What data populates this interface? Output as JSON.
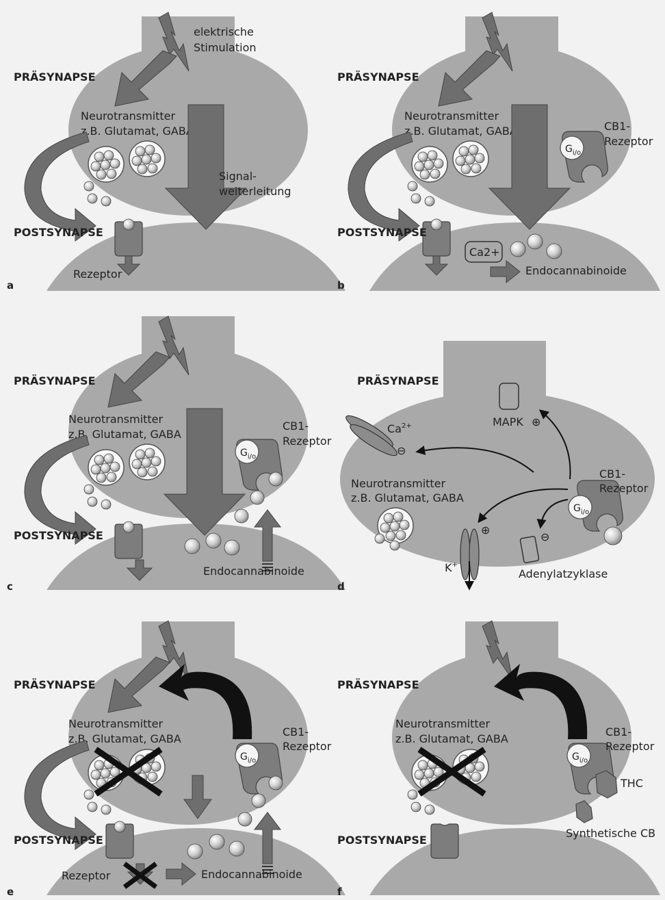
{
  "panels": {
    "a": {
      "tag": "a",
      "pre": "PRÄSYNAPSE",
      "post": "POSTSYNAPSE",
      "stim1": "elektrische",
      "stim2": "Stimulation",
      "nt1": "Neurotransmitter",
      "nt2": "z.B. Glutamat, GABA",
      "sig1": "Signal-",
      "sig2": "weiterleitung",
      "rezeptor": "Rezeptor"
    },
    "b": {
      "tag": "b",
      "pre": "PRÄSYNAPSE",
      "post": "POSTSYNAPSE",
      "nt1": "Neurotransmitter",
      "nt2": "z.B. Glutamat, GABA",
      "cb1a": "CB1-",
      "cb1b": "Rezeptor",
      "ca": "Ca2+",
      "endo": "Endocannabinoide",
      "g": "G",
      "gsub": "i/o"
    },
    "c": {
      "tag": "c",
      "pre": "PRÄSYNAPSE",
      "post": "POSTSYNAPSE",
      "nt1": "Neurotransmitter",
      "nt2": "z.B. Glutamat, GABA",
      "cb1a": "CB1-",
      "cb1b": "Rezeptor",
      "endo": "Endocannabinoide",
      "g": "G",
      "gsub": "i/o"
    },
    "d": {
      "tag": "d",
      "pre": "PRÄSYNAPSE",
      "mapk": "MAPK",
      "ca": "Ca",
      "casup": "2+",
      "nt1": "Neurotransmitter",
      "nt2": "z.B. Glutamat, GABA",
      "cb1a": "CB1-",
      "cb1b": "Rezeptor",
      "k": "K",
      "ksup": "+",
      "adenyl": "Adenylatzyklase",
      "g": "G",
      "gsub": "i/o",
      "plus": "⊕",
      "minus": "⊖"
    },
    "e": {
      "tag": "e",
      "pre": "PRÄSYNAPSE",
      "post": "POSTSYNAPSE",
      "nt1": "Neurotransmitter",
      "nt2": "z.B. Glutamat, GABA",
      "cb1a": "CB1-",
      "cb1b": "Rezeptor",
      "rezeptor": "Rezeptor",
      "endo": "Endocannabinoide",
      "g": "G",
      "gsub": "i/o"
    },
    "f": {
      "tag": "f",
      "pre": "PRÄSYNAPSE",
      "post": "POSTSYNAPSE",
      "nt1": "Neurotransmitter",
      "nt2": "z.B. Glutamat, GABA",
      "cb1a": "CB1-",
      "cb1b": "Rezeptor",
      "thc": "THC",
      "synth": "Synthetische CB",
      "g": "G",
      "gsub": "i/o"
    }
  },
  "colors": {
    "background": "#f2f2f2",
    "neuron": "#a9a9a9",
    "arrow": "#6e6e6e",
    "receptor": "#7d7d7d",
    "inhibition": "#111111"
  }
}
